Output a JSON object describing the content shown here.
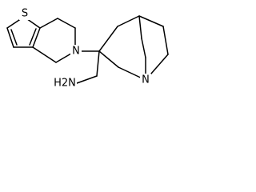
{
  "structure": {
    "atoms": {
      "sulfur": "S",
      "ring_nitrogen": "N",
      "bridgehead_nitrogen": "N",
      "amine": "H2N"
    }
  },
  "colors": {
    "background": "#ffffff",
    "bond": "#000000",
    "label": "#000000"
  }
}
